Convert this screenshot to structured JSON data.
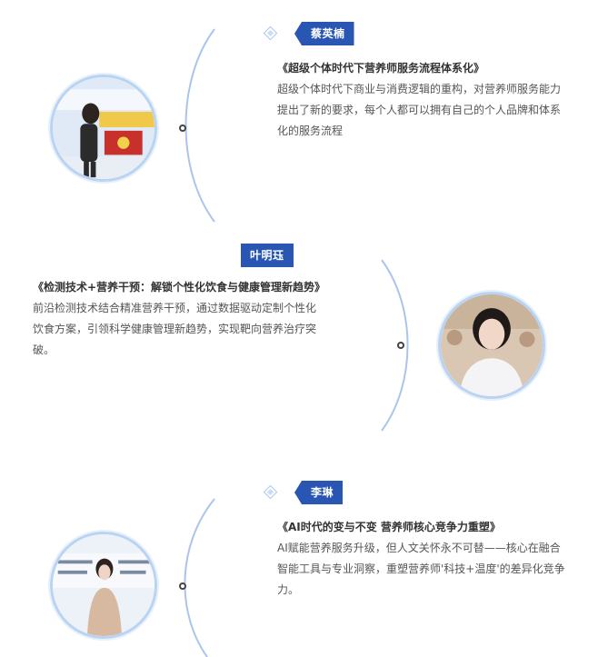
{
  "speakers": [
    {
      "name": "蔡英楠",
      "title": "《超级个体时代下营养师服务流程体系化》",
      "description": "超级个体时代下商业与消费逻辑的重构，对营养师服务能力提出了新的要求，每个人都可以拥有自己的个人品牌和体系化的服务流程",
      "avatar_icon": "speaker-photo-icon"
    },
    {
      "name": "叶明珏",
      "title": "《检测技术+营养干预：解锁个性化饮食与健康管理新趋势》",
      "description": "前沿检测技术结合精准营养干预，通过数据驱动定制个性化饮食方案，引领科学健康管理新趋势，实现靶向营养治疗突破。",
      "avatar_icon": "speaker-photo-icon"
    },
    {
      "name": "李琳",
      "title": "《AI时代的变与不变 营养师核心竞争力重塑》",
      "description": "AI赋能营养服务升级，但人文关怀永不可替——核心在融合智能工具与专业洞察，重塑营养师'科技+温度'的差异化竞争力。",
      "avatar_icon": "speaker-photo-icon"
    }
  ],
  "colors": {
    "accent": "#2a56b3",
    "line": "#a9c5ee",
    "avatar_border": "#b9d3f3"
  }
}
